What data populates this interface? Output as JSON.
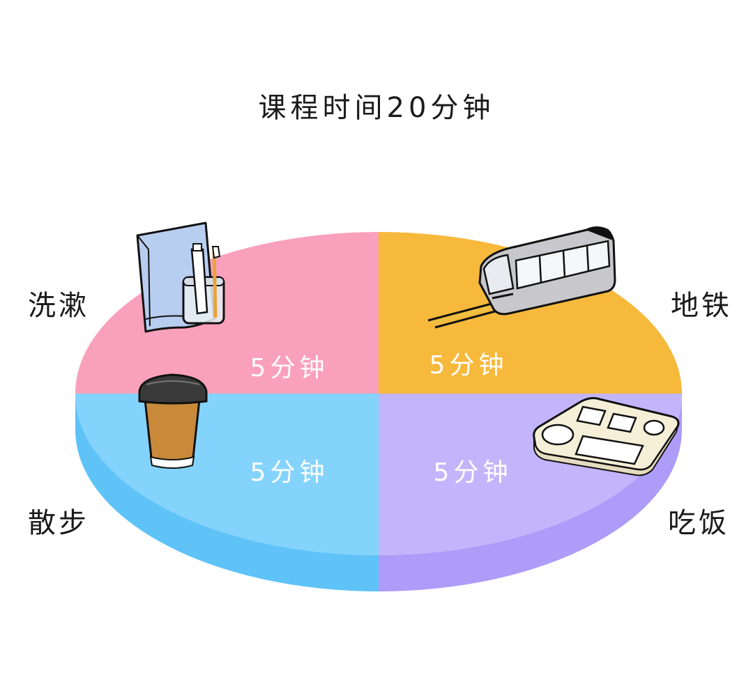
{
  "chart_data": {
    "type": "pie",
    "title": "课程时间20分钟",
    "categories": [
      "洗漱",
      "地铁",
      "散步",
      "吃饭"
    ],
    "values": [
      5,
      5,
      5,
      5
    ],
    "data_labels": [
      "5分钟",
      "5分钟",
      "5分钟",
      "5分钟"
    ],
    "colors": {
      "洗漱": "#f9a0bd",
      "地铁": "#f6b93b",
      "散步": "#84d3fc",
      "吃饭": "#c3b5fb"
    },
    "side_colors": {
      "散步": "#5fc3f8",
      "吃饭": "#ad9cf8"
    },
    "icons": {
      "洗漱": "toiletries-icon",
      "地铁": "subway-train-icon",
      "散步": "coffee-cup-icon",
      "吃饭": "food-tray-icon"
    },
    "legend": "none",
    "style": "3d-tilted"
  }
}
